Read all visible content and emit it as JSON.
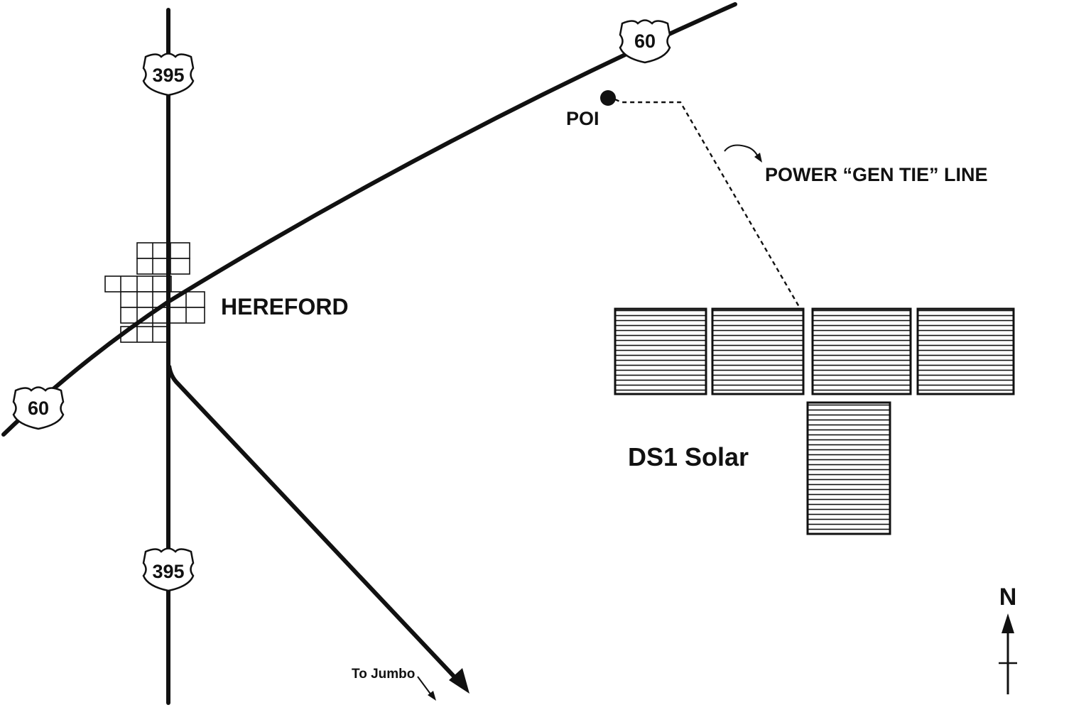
{
  "colors": {
    "ink": "#111111",
    "background": "#ffffff"
  },
  "routes": {
    "us395_shield_top": "395",
    "us395_shield_bottom": "395",
    "us60_shield_left": "60",
    "us60_shield_right": "60"
  },
  "labels": {
    "town": "HEREFORD",
    "poi": "POI",
    "gen_tie": "POWER “GEN TIE” LINE",
    "solar": "DS1 Solar",
    "to_jumbo": "To Jumbo",
    "north": "N"
  },
  "icons": {
    "shield": "us-highway-shield-icon",
    "poi_marker": "dot-marker-icon",
    "north_arrow": "north-arrow-icon",
    "solar_panels": "solar-array-icon",
    "town_grid": "town-grid-icon"
  }
}
